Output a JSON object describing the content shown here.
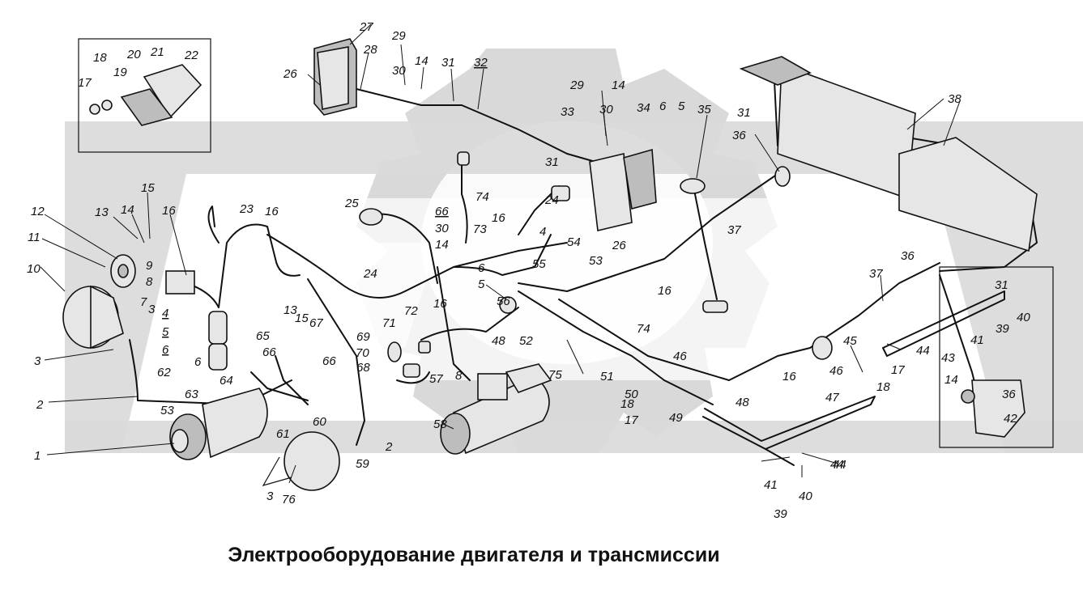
{
  "title": "Электрооборудование двигателя и трансмиссии",
  "colors": {
    "ink": "#111111",
    "watermark": "#d9d9d9",
    "part_fill": "#e6e6e6",
    "part_dark": "#bdbdbd"
  },
  "callouts": [
    "1",
    "2",
    "3",
    "6",
    "62",
    "53",
    "63",
    "64",
    "65",
    "66",
    "61",
    "60",
    "59",
    "2",
    "3",
    "76",
    "10",
    "11",
    "12",
    "13",
    "14",
    "15",
    "16",
    "9",
    "8",
    "7",
    "3",
    "4",
    "5",
    "6",
    "17",
    "18",
    "19",
    "20",
    "21",
    "22",
    "23",
    "16",
    "25",
    "24",
    "69",
    "68",
    "70",
    "71",
    "72",
    "16",
    "67",
    "15",
    "13",
    "66",
    "26",
    "27",
    "28",
    "29",
    "30",
    "14",
    "31",
    "32",
    "66",
    "30",
    "14",
    "73",
    "16",
    "74",
    "24",
    "4",
    "6",
    "5",
    "55",
    "56",
    "48",
    "52",
    "75",
    "57",
    "58",
    "8",
    "29",
    "33",
    "30",
    "14",
    "34",
    "6",
    "5",
    "35",
    "31",
    "54",
    "53",
    "26",
    "36",
    "37",
    "16",
    "74",
    "46",
    "51",
    "50",
    "18",
    "17",
    "49",
    "31",
    "38",
    "36",
    "37",
    "31",
    "39",
    "40",
    "41",
    "44",
    "43",
    "14",
    "36",
    "42",
    "45",
    "46",
    "18",
    "17",
    "16",
    "48",
    "47",
    "44",
    "41",
    "39",
    "40",
    "44"
  ]
}
